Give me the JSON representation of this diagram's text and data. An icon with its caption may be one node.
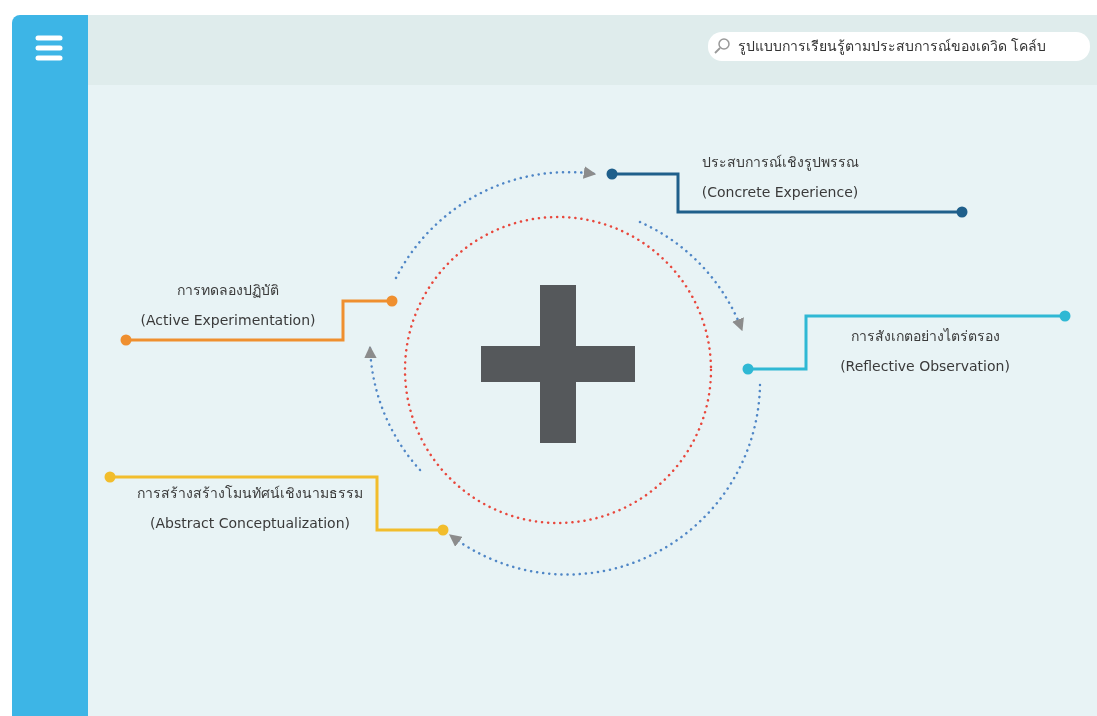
{
  "diagram": {
    "nodes": [
      {
        "text": [
          "ประสบการณ์เชิงรูปพรรณ",
          "(Concrete Experience)"
        ]
      },
      {
        "text": [
          "การทดลองปฏิบัติ",
          "(Active Experimentation)"
        ]
      },
      {
        "text": [
          "การสังเกตอย่างไตร่ตรอง",
          "(Reflective Observation)"
        ]
      },
      {
        "text": [
          "การสร้างสร้างโมนทัศน์เชิงนามธรรม",
          "(Abstract Conceptualization)"
        ]
      }
    ],
    "edges": [
      {
        "from": 1,
        "to": 0,
        "arrow": "to"
      },
      {
        "from": 0,
        "to": 2,
        "arrow": "to"
      },
      {
        "from": 2,
        "to": 3,
        "arrow": "to"
      },
      {
        "from": 3,
        "to": 1,
        "arrow": "to"
      }
    ],
    "labels": [
      "รูปแบบการเรียนรู้ตามประสบการณ์ของเดวิด โคล์บ"
    ]
  }
}
